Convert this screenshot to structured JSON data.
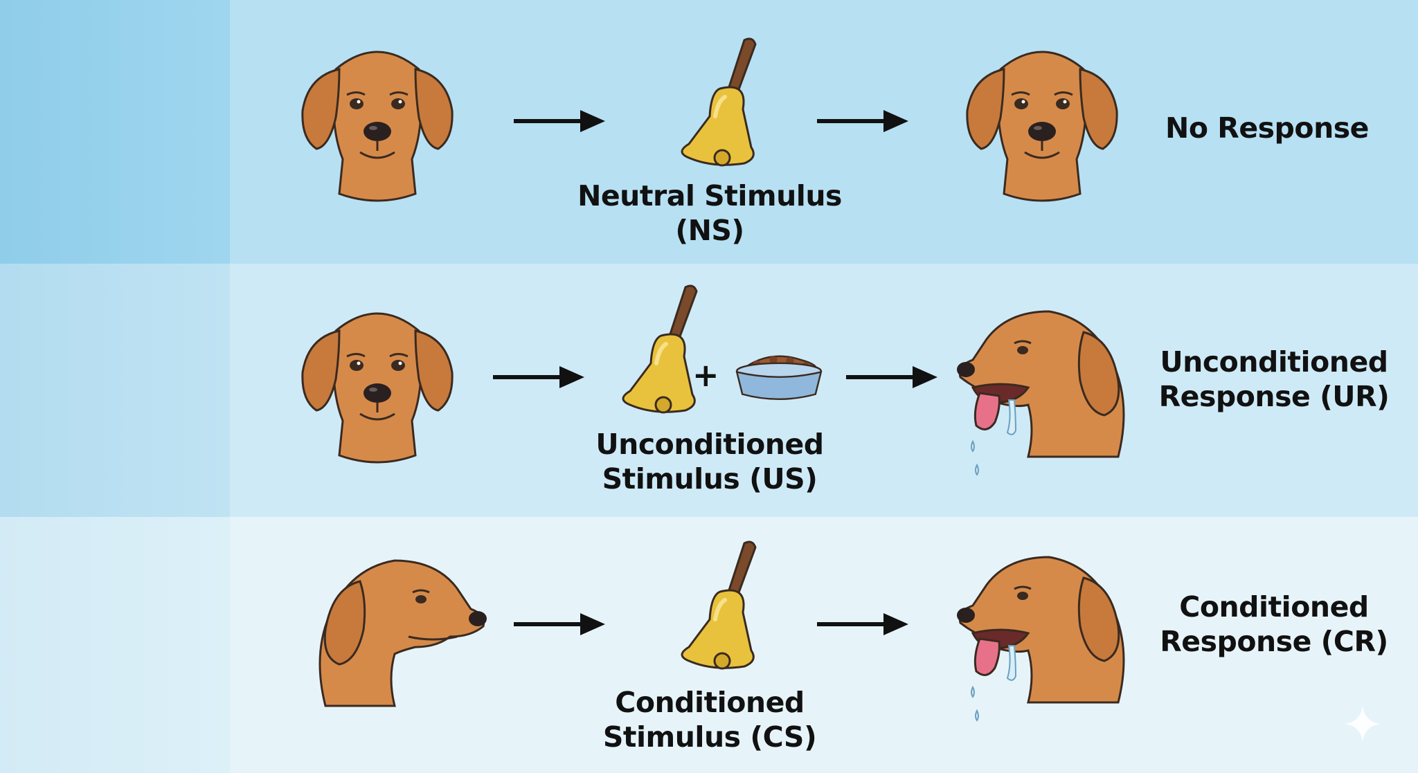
{
  "rows": [
    {
      "id": "neutral",
      "stimulus_label": [
        "Neutral Stimulus",
        "(NS)"
      ],
      "response_label": [
        "No Response"
      ]
    },
    {
      "id": "unconditioned",
      "stimulus_label": [
        "Unconditioned",
        "Stimulus (US)"
      ],
      "plus": "+",
      "response_label": [
        "Unconditioned",
        "Response (UR)"
      ]
    },
    {
      "id": "conditioned",
      "stimulus_label": [
        "Conditioned",
        "Stimulus (CS)"
      ],
      "response_label": [
        "Conditioned",
        "Response (CR)"
      ]
    }
  ],
  "colors": {
    "dog_fur": "#d68a4a",
    "dog_outline": "#3a2a20",
    "bell_gold": "#e8c23c",
    "bell_handle": "#7a4a2a",
    "bowl_blue": "#8fb8dc",
    "food_brown": "#9a5a32",
    "tongue_pink": "#e8718a",
    "drool": "#d8eef8",
    "text": "#111111"
  },
  "icons": [
    "dog-front-icon",
    "dog-profile-icon",
    "dog-drooling-icon",
    "bell-icon",
    "food-bowl-icon",
    "arrow-right-icon",
    "sparkle-icon"
  ]
}
